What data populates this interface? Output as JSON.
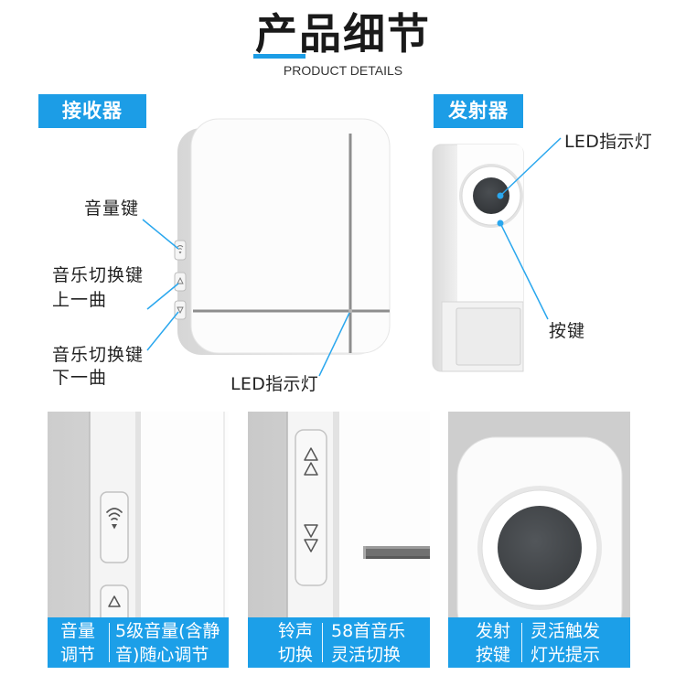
{
  "header": {
    "title": "产品细节",
    "subtitle": "PRODUCT DETAILS"
  },
  "receiver": {
    "badge": "接收器",
    "labels": {
      "volume_key": "音量键",
      "prev_key_line1": "音乐切换键",
      "prev_key_line2": "上一曲",
      "next_key_line1": "音乐切换键",
      "next_key_line2": "下一曲",
      "led": "LED指示灯"
    }
  },
  "transmitter": {
    "badge": "发射器",
    "labels": {
      "led": "LED指示灯",
      "button": "按键"
    }
  },
  "details": [
    {
      "name_line1": "音量",
      "name_line2": "调节",
      "desc_line1": "5级音量(含静",
      "desc_line2": "音)随心调节",
      "icon": "volume-icon"
    },
    {
      "name_line1": "铃声",
      "name_line2": "切换",
      "desc_line1": "58首音乐",
      "desc_line2": "灵活切换",
      "icon": "double-arrow-icon"
    },
    {
      "name_line1": "发射",
      "name_line2": "按键",
      "desc_line1": "灵活触发",
      "desc_line2": "灯光提示",
      "icon": "round-button-icon"
    }
  ],
  "colors": {
    "accent": "#1c9de6",
    "caption": "#1c9fe8",
    "leader": "#2aa7ee",
    "led_dark": "#3b3e41"
  }
}
